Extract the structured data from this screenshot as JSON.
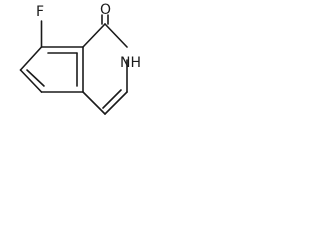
{
  "diagram": {
    "type": "chemical-structure",
    "atom_labels": {
      "fluorine": "F",
      "oxygen": "O",
      "nitrogen_h": "NH"
    },
    "line_color": "#1a1a1a",
    "background_color": "#ffffff"
  }
}
